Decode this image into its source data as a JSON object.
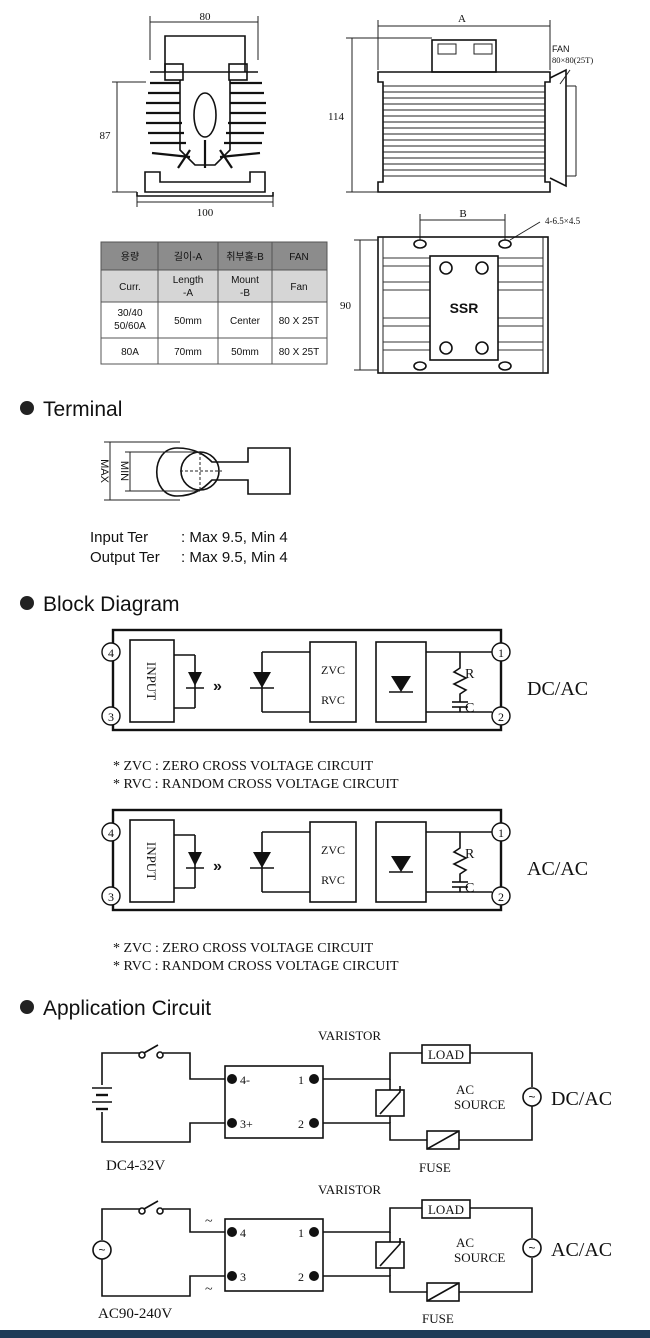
{
  "dims": {
    "width_80": "80",
    "height_87": "87",
    "width_100": "100",
    "length_A": "A",
    "height_114": "114",
    "fan_label": "FAN",
    "fan_size": "80×80(25T)",
    "mount_B": "B",
    "holes": "4-6.5×4.5",
    "height_90": "90",
    "ssr_label": "SSR"
  },
  "spec_table": {
    "header_kr": [
      "용량",
      "길이-A",
      "취부홀-B",
      "FAN"
    ],
    "header_en": [
      [
        "Curr."
      ],
      [
        "Length",
        "-A"
      ],
      [
        "Mount",
        "-B"
      ],
      [
        "Fan"
      ]
    ],
    "rows": [
      [
        [
          "30/40",
          "50/60A"
        ],
        [
          "50mm"
        ],
        [
          "Center"
        ],
        [
          "80 X 25T"
        ]
      ],
      [
        [
          "80A"
        ],
        [
          "70mm"
        ],
        [
          "50mm"
        ],
        [
          "80 X 25T"
        ]
      ]
    ]
  },
  "terminal": {
    "title": "Terminal",
    "max_label": "MAX",
    "min_label": "MIN",
    "input_label": "Input Ter",
    "input_value": ": Max 9.5, Min 4",
    "output_label": "Output Ter",
    "output_value": ": Max 9.5, Min 4"
  },
  "block_diagram": {
    "title": "Block Diagram",
    "circuits": [
      {
        "mode": "DC/AC",
        "input": "INPUT",
        "zvc": "ZVC",
        "rvc": "RVC",
        "r": "R",
        "c": "C",
        "pins": [
          "4",
          "3",
          "1",
          "2"
        ]
      },
      {
        "mode": "AC/AC",
        "input": "INPUT",
        "zvc": "ZVC",
        "rvc": "RVC",
        "r": "R",
        "c": "C",
        "pins": [
          "4",
          "3",
          "1",
          "2"
        ]
      }
    ],
    "note_zvc": "* ZVC : ZERO CROSS VOLTAGE  CIRCUIT",
    "note_rvc": "* RVC : RANDOM CROSS VOLTAGE CIRCUIT"
  },
  "application": {
    "title": "Application Circuit",
    "circuits": [
      {
        "mode": "DC/AC",
        "varistor": "VARISTOR",
        "load": "LOAD",
        "ac": "AC",
        "source": "SOURCE",
        "fuse": "FUSE",
        "supply": "DC4-32V",
        "pin_a": "4-",
        "pin_b": "3+",
        "pin_c": "1",
        "pin_d": "2"
      },
      {
        "mode": "AC/AC",
        "varistor": "VARISTOR",
        "load": "LOAD",
        "ac": "AC",
        "source": "SOURCE",
        "fuse": "FUSE",
        "supply": "AC90-240V",
        "pin_a": "4",
        "pin_b": "3",
        "pin_c": "1",
        "pin_d": "2",
        "tilde": "~"
      }
    ]
  }
}
